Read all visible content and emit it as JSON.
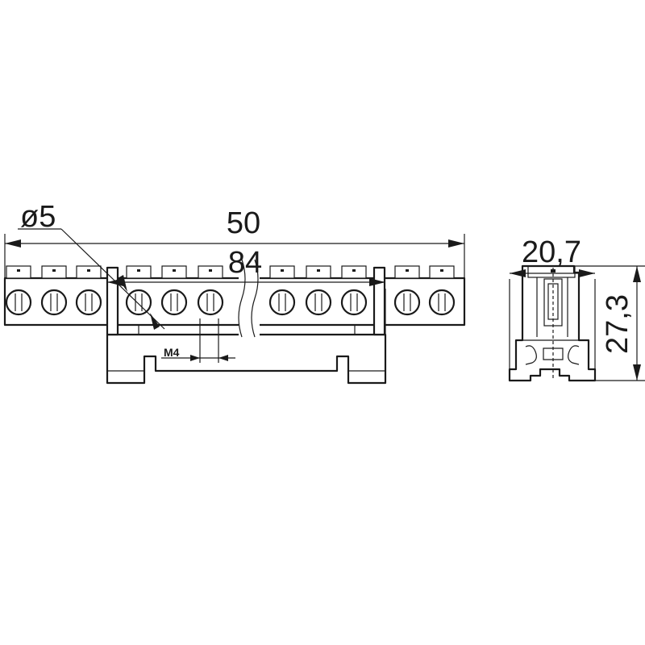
{
  "dimensions": {
    "top_length": "50",
    "bottom_length": "84",
    "hole_diameter": "ø5",
    "screw_thread": "M4",
    "side_height": "27,3",
    "side_width": "20,7"
  }
}
